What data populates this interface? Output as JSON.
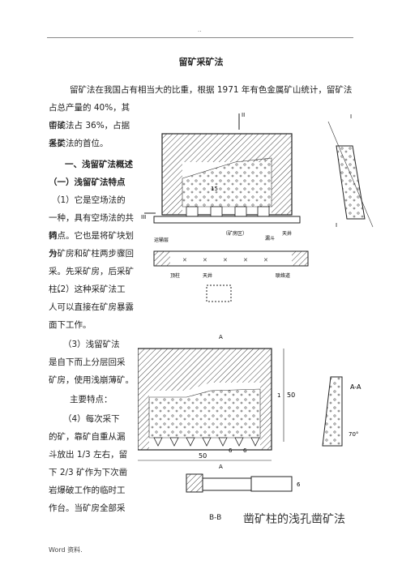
{
  "header": {
    "mark": ".."
  },
  "title": "留矿采矿法",
  "intro_line1": "留矿法在我国占有相当大的比重，根据 1971 年有色金属矿山统计，留矿法",
  "column_lines": [
    "占总产量的 40%，其中浅",
    "留矿法占 36%，占据各类",
    "采矿法的首位。",
    "一、浅留矿法概述",
    "（一）浅留矿法特点",
    "（1）它是空场法的",
    "一种，具有空场法的共同",
    "特点。它也是将矿块划分",
    "为矿房和矿柱两步骤回",
    "采。先采矿房，后采矿柱。",
    "（2）这种采矿法工",
    "人可以直接在矿房暴露",
    "面下工作。",
    "（3）浅留矿法",
    "是自下而上分层回采",
    "矿房，使用浅崩薄矿。",
    "主要特点：",
    "（4）每次采下",
    "的矿，靠矿自重从漏",
    "斗放出 1/3 左右，留",
    "下 2/3 矿作为下次凿",
    "岩爆破工作的临时工",
    "作台。当矿房全部采"
  ],
  "figure_top": {
    "labels": {
      "sec2": "II",
      "sec1": "I",
      "sec3": "III",
      "ore": "（矿房区）",
      "haulage": "运输层",
      "funnel": "漏斗",
      "raise": "天井",
      "pillar_label": "顶柱",
      "tunnel": "联络道",
      "patio": "天井",
      "num": "15"
    }
  },
  "figure_bottom": {
    "labels": {
      "a": "A",
      "b": "B",
      "aa": "A-A",
      "d50": "50",
      "d50v": "50",
      "d6a": "6",
      "d6b": "6",
      "d40": "6",
      "d1": "1",
      "ang": "70°"
    }
  },
  "bb_label": "B-B",
  "caption": "凿矿柱的浅孔凿矿法",
  "footer": "Word 资料."
}
